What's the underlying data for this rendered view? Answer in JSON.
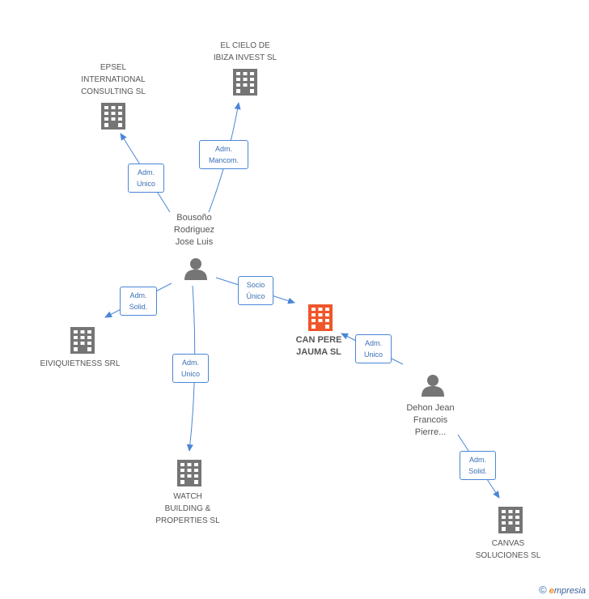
{
  "colors": {
    "edge": "#4a86d6",
    "company": "#757575",
    "focus_company": "#f0562a",
    "person": "#757575"
  },
  "nodes": {
    "epsel": {
      "label": "EPSEL\nINTERNATIONAL\nCONSULTING SL",
      "icon": "building-icon"
    },
    "cielo": {
      "label": "EL CIELO DE\nIBIZA INVEST SL",
      "icon": "building-icon"
    },
    "bousono": {
      "label": "Bousoño\nRodriguez\nJose Luis",
      "icon": "person-icon"
    },
    "eiviquietness": {
      "label": "EIVIQUIETNESS SRL",
      "icon": "building-icon"
    },
    "canpere": {
      "label": "CAN PERE\nJAUMA SL",
      "icon": "building-icon"
    },
    "watch": {
      "label": "WATCH\nBUILDING &\nPROPERTIES SL",
      "icon": "building-icon"
    },
    "dehon": {
      "label": "Dehon Jean\nFrancois\nPierre...",
      "icon": "person-icon"
    },
    "canvas": {
      "label": "CANVAS\nSOLUCIONES SL",
      "icon": "building-icon"
    }
  },
  "edges": {
    "bousono_epsel": "Adm.\nUnico",
    "bousono_cielo": "Adm.\nMancom.",
    "bousono_eiviquietness": "Adm.\nSolid.",
    "bousono_canpere": "Socio\nÚnico",
    "bousono_watch": "Adm.\nUnico",
    "dehon_canpere": "Adm.\nUnico",
    "dehon_canvas": "Adm.\nSolid."
  },
  "footer": {
    "copyright": "©",
    "brand_initial": "e",
    "brand_rest": "mpresia"
  }
}
